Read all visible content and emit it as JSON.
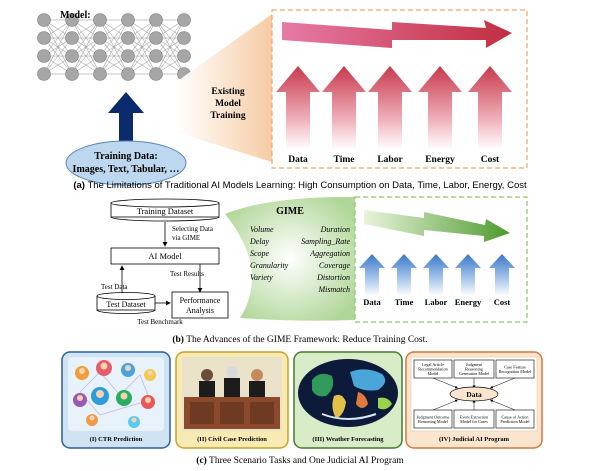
{
  "panel_a": {
    "model_label": "Model:",
    "existing_training": [
      "Existing",
      "Model",
      "Training"
    ],
    "training_data": [
      "Training Data:",
      "Images, Text, Tabular, …"
    ],
    "resources": [
      "Data",
      "Time",
      "Labor",
      "Energy",
      "Cost"
    ],
    "caption_letter": "(a)",
    "caption_text": "The Limitations of Traditional AI Models Learning: High Consumption on Data, Time, Labor, Energy, Cost"
  },
  "panel_b": {
    "training_dataset": "Training Dataset",
    "selecting_data": [
      "Selecting Data",
      "via GIME"
    ],
    "ai_model": "AI Model",
    "test_results": "Test Results",
    "test_data": "Test Data",
    "test_dataset": "Test Dataset",
    "performance_analysis": [
      "Performance",
      "Analysis"
    ],
    "test_benchmark": "Test Benchmark",
    "gime_title": "GIME",
    "gime_terms_left": [
      "Volume",
      "Delay",
      "Scope",
      "Granularity",
      "Variety"
    ],
    "gime_terms_right": [
      "Duration",
      "Sampling_Rate",
      "Aggregation",
      "Coverage",
      "Distortion",
      "Mismatch"
    ],
    "resources": [
      "Data",
      "Time",
      "Labor",
      "Energy",
      "Cost"
    ],
    "caption_letter": "(b)",
    "caption_text": "The Advances of the GIME Framework: Reduce Training Cost."
  },
  "panel_c": {
    "tasks": [
      "(I) CTR Prediction",
      "(II) Civil Case Prediction",
      "(III) Weather Forecasting",
      "(IV) Judicial AI Program"
    ],
    "judicial_center": "Data",
    "judicial_models": [
      [
        "Legal Article",
        "Recommendation",
        "Model"
      ],
      [
        "Judgment",
        "Reasoning",
        "Generation Model"
      ],
      [
        "Case Feature",
        "Recognition Model"
      ],
      [
        "Judgment Outcome",
        "Reasoning Model"
      ],
      [
        "Event Extraction",
        "Model for Cases"
      ],
      [
        "Cause of Action",
        "Prediction Model"
      ]
    ],
    "caption_letter": "(c)",
    "caption_text": "Three Scenario Tasks and One Judicial AI Program"
  },
  "colors": {
    "navy": "#0b2a6b",
    "red_arrow": "#c8394e",
    "magenta_arrow": "#d03a7a",
    "blue_arrow": "#3b78c7",
    "green_arrow": "#4e9a2e",
    "orange_bg": "#fbe5cf",
    "green_bg": "#dbeed0",
    "yellow_bg": "#f7eab2",
    "light_blue": "#bdd7ee"
  }
}
